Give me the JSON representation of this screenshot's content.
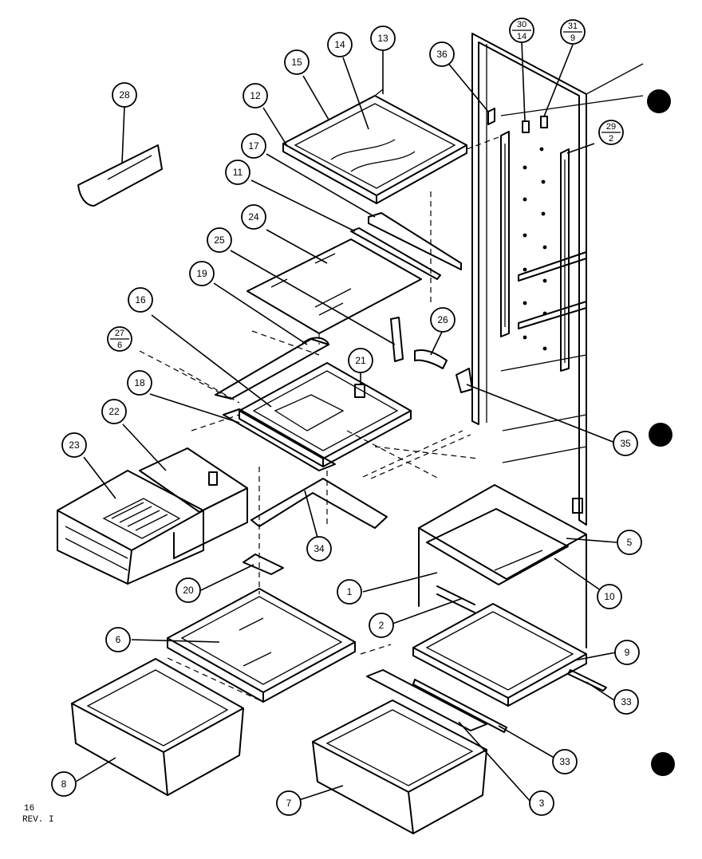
{
  "footer": {
    "page": "16",
    "rev": "REV. I"
  },
  "callouts": [
    {
      "id": "c28",
      "label": "28"
    },
    {
      "id": "c15",
      "label": "15"
    },
    {
      "id": "c14a",
      "label": "14"
    },
    {
      "id": "c13",
      "label": "13"
    },
    {
      "id": "c12",
      "label": "12"
    },
    {
      "id": "c17",
      "label": "17"
    },
    {
      "id": "c11",
      "label": "11"
    },
    {
      "id": "c24",
      "label": "24"
    },
    {
      "id": "c25",
      "label": "25"
    },
    {
      "id": "c19",
      "label": "19"
    },
    {
      "id": "c16",
      "label": "16"
    },
    {
      "id": "c21",
      "label": "21"
    },
    {
      "id": "c26",
      "label": "26"
    },
    {
      "id": "c18",
      "label": "18"
    },
    {
      "id": "c22",
      "label": "22"
    },
    {
      "id": "c23",
      "label": "23"
    },
    {
      "id": "c34",
      "label": "34"
    },
    {
      "id": "c20",
      "label": "20"
    },
    {
      "id": "c35",
      "label": "35"
    },
    {
      "id": "c36",
      "label": "36"
    },
    {
      "id": "c5",
      "label": "5"
    },
    {
      "id": "c10",
      "label": "10"
    },
    {
      "id": "c1",
      "label": "1"
    },
    {
      "id": "c2",
      "label": "2"
    },
    {
      "id": "c6",
      "label": "6"
    },
    {
      "id": "c9",
      "label": "9"
    },
    {
      "id": "c33a",
      "label": "33"
    },
    {
      "id": "c33b",
      "label": "33"
    },
    {
      "id": "c8",
      "label": "8"
    },
    {
      "id": "c7",
      "label": "7"
    },
    {
      "id": "c3",
      "label": "3"
    }
  ],
  "fraction_callouts": [
    {
      "id": "f27",
      "top": "27",
      "bottom": "6"
    },
    {
      "id": "f30",
      "top": "30",
      "bottom": "14"
    },
    {
      "id": "f31",
      "top": "31",
      "bottom": "9"
    },
    {
      "id": "f29",
      "top": "29",
      "bottom": "2"
    }
  ]
}
